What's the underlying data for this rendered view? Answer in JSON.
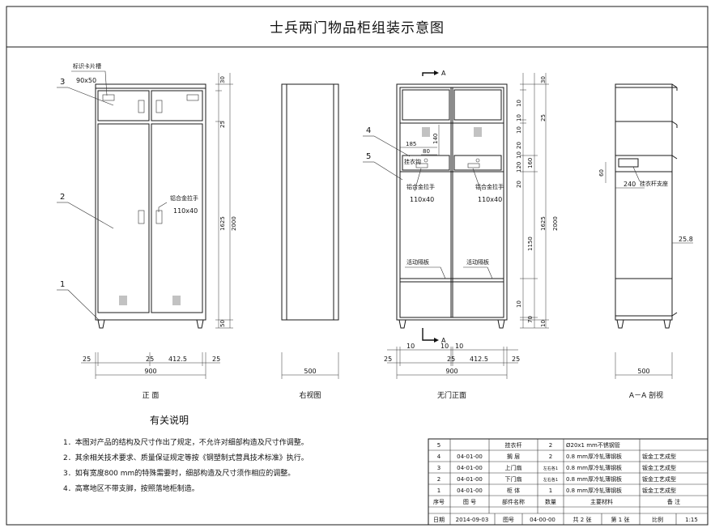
{
  "title": "士兵两门物品柜组装示意图",
  "views": {
    "front": {
      "caption": "正  面",
      "label_tag": "标识卡片槽",
      "label_tag_size": "90x50",
      "handle_label": "铝合金拉手",
      "handle_size": "110x40",
      "part_numbers": [
        "3",
        "2",
        "1"
      ],
      "dims_h": [
        "30",
        "25",
        "1625",
        "2000",
        "50"
      ],
      "dims_w_top": [
        "25",
        "25",
        "412.5",
        "25"
      ],
      "dims_w_total": "900"
    },
    "side": {
      "caption": "右视图",
      "dim_w": "500"
    },
    "open": {
      "caption": "无门正面",
      "section_mark": "A",
      "part_numbers": [
        "4",
        "5"
      ],
      "d185": "185",
      "d80": "80",
      "d140": "140",
      "hook_label": "挂衣钩",
      "handle_label_left": "铝合金拉手",
      "handle_label_right": "铝合金拉手",
      "handle_size": "110x40",
      "shelf_label_left": "活动隔板",
      "shelf_label_right": "活动隔板",
      "dims_h": [
        "30",
        "10",
        "10",
        "25",
        "10",
        "20",
        "10",
        "120",
        "160",
        "20",
        "1625",
        "2000",
        "1150",
        "10",
        "70",
        "10"
      ],
      "dims_w_top": [
        "10",
        "10",
        "10"
      ],
      "dims_w_mid": [
        "25",
        "25",
        "412.5",
        "25"
      ],
      "dims_w_total": "900"
    },
    "section": {
      "caption": "A－A 剖视",
      "d60": "60",
      "d240": "240",
      "rail_label": "挂衣杆支座",
      "d258": "25.8",
      "dim_w": "500"
    }
  },
  "notes": {
    "heading": "有关说明",
    "items": [
      "1．本图对产品的结构及尺寸作出了规定，不允许对细部构造及尺寸作调整。",
      "2．其余相关技术要求、质量保证规定等按《钢塑制式营具技术标准》执行。",
      "3．如有宽度800 mm的特殊需要时，细部构造及尺寸须作相应的调整。",
      "4．高寒地区不带支脚，按照落地柜制造。"
    ]
  },
  "parts_table": {
    "rows": [
      {
        "no": "5",
        "code": "",
        "name": "挂衣杆",
        "qty": "2",
        "material": "Ø20x1 mm不锈钢管",
        "note": ""
      },
      {
        "no": "4",
        "code": "04-01-00",
        "name": "搁  层",
        "qty": "2",
        "material": "0.8 mm厚冷轧薄钢板",
        "note": "钣金工艺成型"
      },
      {
        "no": "3",
        "code": "04-01-00",
        "name": "上门扇",
        "qty": "左右各1",
        "material": "0.8 mm厚冷轧薄钢板",
        "note": "钣金工艺成型"
      },
      {
        "no": "2",
        "code": "04-01-00",
        "name": "下门扇",
        "qty": "左右各1",
        "material": "0.8 mm厚冷轧薄钢板",
        "note": "钣金工艺成型"
      },
      {
        "no": "1",
        "code": "04-01-00",
        "name": "柜  体",
        "qty": "1",
        "material": "0.8 mm厚冷轧薄钢板",
        "note": "钣金工艺成型"
      }
    ],
    "header": {
      "no": "序号",
      "code": "图  号",
      "name": "部件名称",
      "qty": "数量",
      "material": "主要材料",
      "note": "备    注"
    },
    "footer": {
      "date_label": "日期",
      "date": "2014-09-03",
      "drawing_label": "图号",
      "drawing_no": "04-00-00",
      "total": "共 2 张",
      "sheet": "第 1 张",
      "scale_label": "比例",
      "scale": "1:15"
    }
  }
}
